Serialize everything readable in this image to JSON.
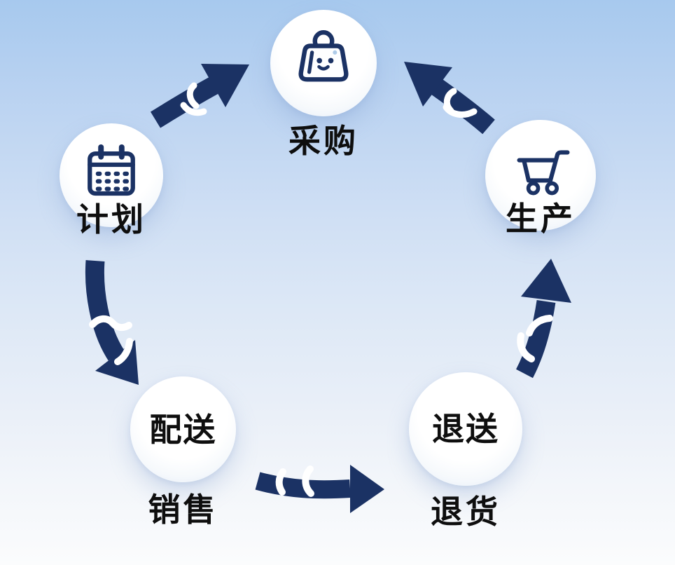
{
  "diagram_title": "supply-chain-cycle",
  "colors": {
    "navy": "#1b3264",
    "text": "#0e0e0e",
    "squiggle": "#ffffff",
    "bg_top": "#a7c9ee",
    "bg_bottom": "#fbfcfd"
  },
  "nodes": [
    {
      "id": "procurement",
      "label": "采购",
      "icon": "shopping-bag-icon"
    },
    {
      "id": "plan",
      "label": "计划",
      "icon": "calendar-icon"
    },
    {
      "id": "production",
      "label": "生产",
      "icon": "shopping-cart-icon"
    },
    {
      "id": "distribution",
      "label": "配送",
      "sublabel": "销售"
    },
    {
      "id": "returns",
      "label": "退送",
      "sublabel": "退货"
    }
  ],
  "edges": [
    {
      "from": "计划",
      "to": "采购"
    },
    {
      "from": "生产",
      "to": "采购"
    },
    {
      "from": "计划",
      "to": "配送"
    },
    {
      "from": "配送",
      "to": "退送"
    },
    {
      "from": "退送",
      "to": "生产"
    }
  ]
}
